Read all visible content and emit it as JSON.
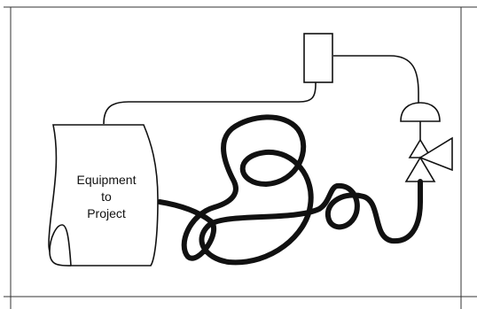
{
  "diagram": {
    "label_lines": [
      "Equipment",
      "to",
      "Project"
    ],
    "stroke_color": "#111111",
    "background_color": "#ffffff",
    "shapes": {
      "scroll": "scroll-shape",
      "box": "instrument-box",
      "bell": "valve-actuator",
      "valve": "control-valve"
    }
  }
}
